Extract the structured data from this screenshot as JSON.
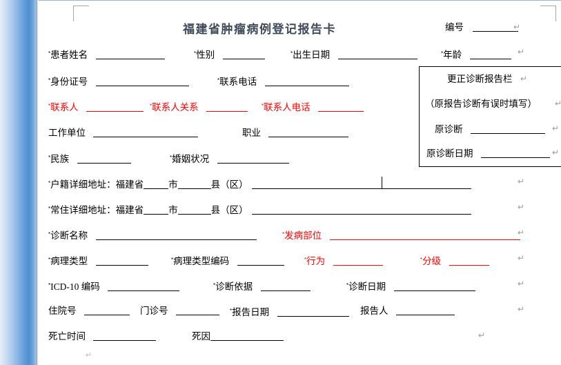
{
  "document": {
    "title": "福建省肿瘤病例登记报告卡",
    "serial_label": "编号",
    "required_mark": "*",
    "paragraph_mark": "↵",
    "colors": {
      "required_red": "#ff0000",
      "title_gray_blue": "#3f4a58",
      "body_black": "#000000",
      "paragraph_mark_gray": "#9a9a9a",
      "workspace_blue": "#4f8fd0"
    },
    "fields": {
      "patient_name": "患者姓名",
      "gender": "性别",
      "birth_date": "出生日期",
      "age": "年龄",
      "id_number": "身份证号",
      "contact_phone": "联系电话",
      "contact_person": "联系人",
      "contact_relation": "联系人关系",
      "contact_person_phone": "联系人电话",
      "work_unit": "工作单位",
      "occupation": "职业",
      "ethnicity": "民族",
      "marital_status": "婚姻状况",
      "household_address": "户籍详细地址：",
      "residence_address": "常住详细地址：",
      "province": "福建省",
      "city": "市",
      "county": "县（区）",
      "diagnosis_name": "诊断名称",
      "disease_site": "发病部位",
      "pathology_type": "病理类型",
      "pathology_code": "病理类型编码",
      "behavior": "行为",
      "grade": "分级",
      "icd10_code": "ICD-10 编码",
      "diagnosis_basis": "诊断依据",
      "diagnosis_date": "诊断日期",
      "inpatient_number": "住院号",
      "outpatient_number": "门诊号",
      "report_date": "报告日期",
      "reporter": "报告人",
      "death_time": "死亡时间",
      "cause_of_death": "死因"
    },
    "correction_box": {
      "heading": "更正诊断报告栏",
      "note": "（原报告诊断有误时填写）",
      "original_diagnosis": "原诊断",
      "original_diagnosis_date": "原诊断日期"
    }
  }
}
